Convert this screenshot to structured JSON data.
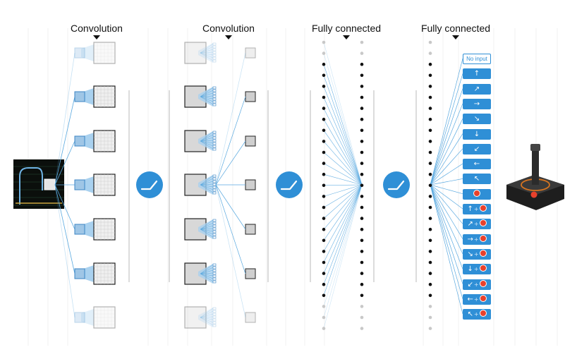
{
  "headers": [
    "Convolution",
    "Convolution",
    "Fully connected",
    "Fully connected"
  ],
  "actions": [
    {
      "label": "No input",
      "icon": "no-input",
      "fire": false
    },
    {
      "label": "↑",
      "icon": "up-arrow-icon",
      "fire": false
    },
    {
      "label": "↗",
      "icon": "up-right-arrow-icon",
      "fire": false
    },
    {
      "label": "→",
      "icon": "right-arrow-icon",
      "fire": false
    },
    {
      "label": "↘",
      "icon": "down-right-arrow-icon",
      "fire": false
    },
    {
      "label": "↓",
      "icon": "down-arrow-icon",
      "fire": false
    },
    {
      "label": "↙",
      "icon": "down-left-arrow-icon",
      "fire": false
    },
    {
      "label": "←",
      "icon": "left-arrow-icon",
      "fire": false
    },
    {
      "label": "↖",
      "icon": "up-left-arrow-icon",
      "fire": false
    },
    {
      "label": "",
      "icon": "fire-button-icon",
      "fire": true
    },
    {
      "label": "↑",
      "icon": "up-fire-icon",
      "fire": true
    },
    {
      "label": "↗",
      "icon": "up-right-fire-icon",
      "fire": true
    },
    {
      "label": "→",
      "icon": "right-fire-icon",
      "fire": true
    },
    {
      "label": "↘",
      "icon": "down-right-fire-icon",
      "fire": true
    },
    {
      "label": "↓",
      "icon": "down-fire-icon",
      "fire": true
    },
    {
      "label": "↙",
      "icon": "down-left-fire-icon",
      "fire": true
    },
    {
      "label": "←",
      "icon": "left-fire-icon",
      "fire": true
    },
    {
      "label": "↖",
      "icon": "up-left-fire-icon",
      "fire": true
    }
  ],
  "colors": {
    "accent": "#2f8fd6",
    "connection": "#5aa9e0",
    "fire": "#e8412c",
    "node": "#111111",
    "faded_node": "#c8c8c8",
    "screen": "#0b0f0c",
    "joystick": "#2a2a2a"
  },
  "icons": {
    "activation": "relu-activation-icon",
    "output_device": "joystick-icon",
    "input": "game-screen-thumbnail"
  }
}
